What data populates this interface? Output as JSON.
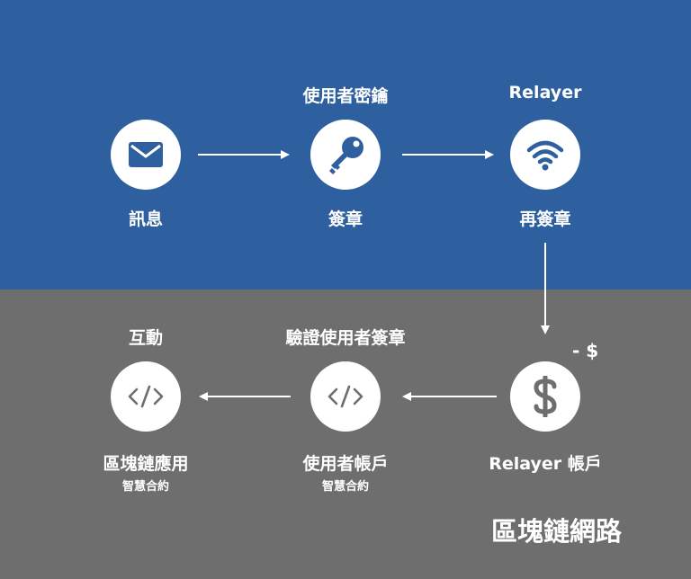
{
  "top_row": {
    "message_label": "訊息",
    "key_caption": "使用者密鑰",
    "key_label": "簽章",
    "relayer_caption": "Relayer",
    "relayer_label": "再簽章"
  },
  "bottom_row": {
    "relayer_account_label": "Relayer 帳戶",
    "fee_label": "- $",
    "verify_caption": "驗證使用者簽章",
    "user_account_label": "使用者帳戶",
    "user_account_sublabel": "智慧合約",
    "interact_caption": "互動",
    "app_label": "區塊鏈應用",
    "app_sublabel": "智慧合約"
  },
  "network_title": "區塊鏈網路",
  "colors": {
    "top_band": "#2e5f9e",
    "bottom_band": "#6e6e6e",
    "icon_blue": "#2e5f9e",
    "icon_gray": "#6e6e6e"
  },
  "icons": [
    "envelope-icon",
    "key-icon",
    "wifi-icon",
    "dollar-icon",
    "code-icon",
    "code-icon"
  ]
}
